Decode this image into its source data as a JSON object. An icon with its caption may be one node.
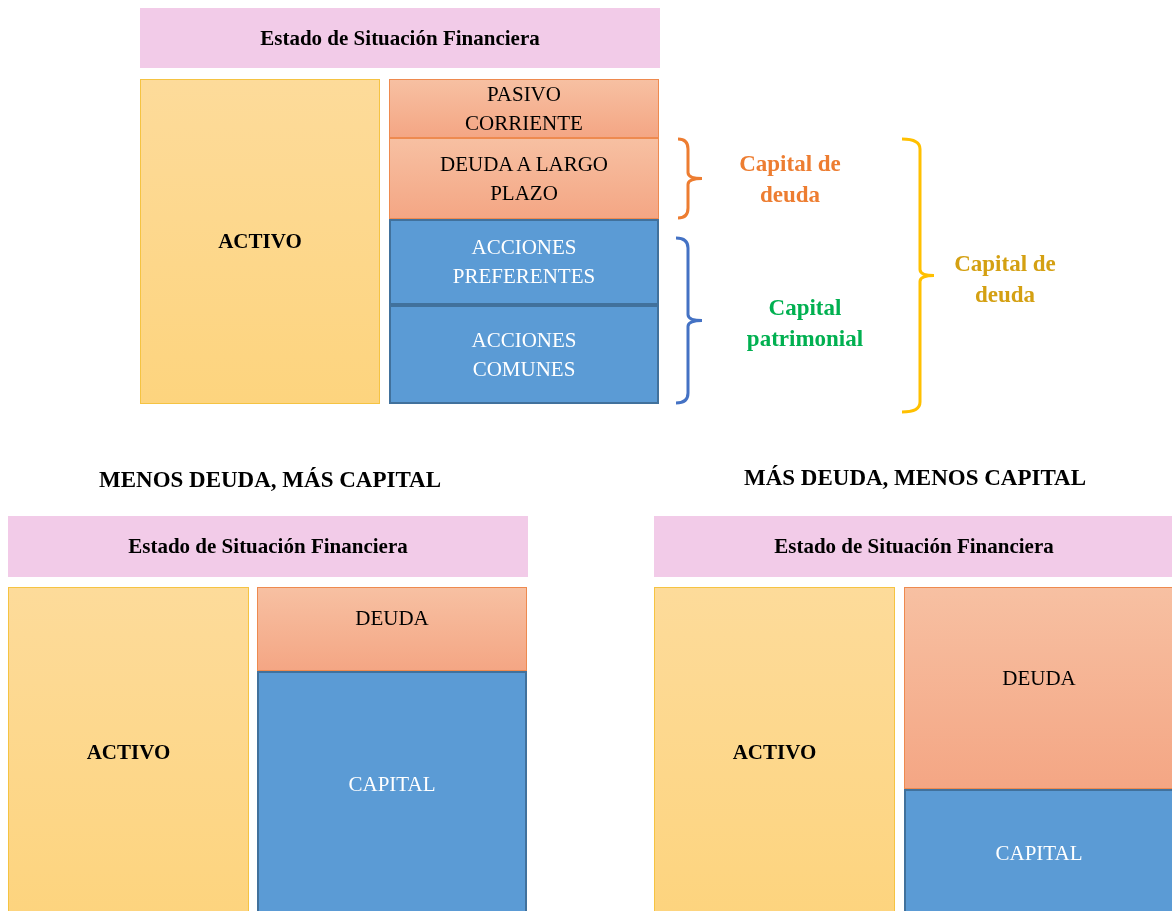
{
  "diagram": {
    "nodes": [
      {
        "text": [
          "Estado de Situación Financiera"
        ]
      },
      {
        "text": [
          "ACTIVO"
        ]
      },
      {
        "text": [
          "PASIVO CORRIENTE"
        ]
      },
      {
        "text": [
          "DEUDA A LARGO PLAZO"
        ]
      },
      {
        "text": [
          "ACCIONES PREFERENTES"
        ]
      },
      {
        "text": [
          "ACCIONES COMUNES"
        ]
      },
      {
        "text": [
          "Estado de Situación Financiera"
        ]
      },
      {
        "text": [
          "ACTIVO"
        ]
      },
      {
        "text": [
          "DEUDA"
        ]
      },
      {
        "text": [
          "CAPITAL"
        ]
      },
      {
        "text": [
          "Estado de Situación Financiera"
        ]
      },
      {
        "text": [
          "ACTIVO"
        ]
      },
      {
        "text": [
          "DEUDA"
        ]
      },
      {
        "text": [
          "CAPITAL"
        ]
      }
    ],
    "edges": [],
    "labels": [
      "Capital de deuda",
      "Capital de deuda",
      "Capital patrimonial",
      "MENOS DEUDA, MÁS CAPITAL",
      "MÁS DEUDA, MENOS CAPITAL"
    ]
  }
}
